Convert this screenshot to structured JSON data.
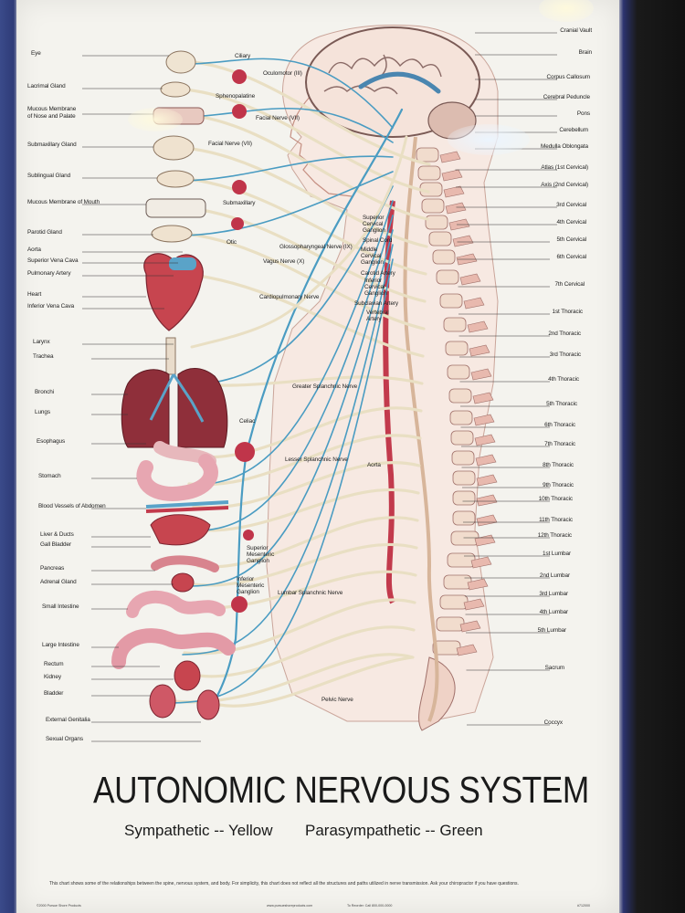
{
  "poster": {
    "title": "AUTONOMIC NERVOUS SYSTEM",
    "legend_sympathetic": "Sympathetic -- Yellow",
    "legend_parasympathetic": "Parasympathetic -- Green",
    "footnote": "This chart shows some of the relationships between the spine, nervous system, and body.  For simplicity, this chart does not reflect all the structures and paths utilized in nerve transmission.  Ask your chiropractor if you have questions.",
    "copyright": "©2000 Pursue Shore Products",
    "website": "www.pursueshoreproducts.com",
    "reorder": "To Reorder: Call 800-000-0000",
    "code": "#712000"
  },
  "labels_left": [
    "Eye",
    "Lacrimal Gland",
    "Mucous Membrane",
    "of Nose and Palate",
    "Submaxillary Gland",
    "Sublingual Gland",
    "Mucous Membrane of Mouth",
    "Parotid Gland",
    "Aorta",
    "Superior Vena Cava",
    "Pulmonary Artery",
    "Heart",
    "Inferior Vena Cava",
    "Larynx",
    "Trachea",
    "Bronchi",
    "Lungs",
    "Esophagus",
    "Stomach",
    "Blood Vessels of Abdomen",
    "Liver & Ducts",
    "Gall Bladder",
    "Pancreas",
    "Adrenal Gland",
    "Small Intestine",
    "Large Intestine",
    "Rectum",
    "Kidney",
    "Bladder",
    "External Genitalia",
    "Sexual Organs"
  ],
  "labels_right": [
    "Cranial Vault",
    "Brain",
    "Corpus Callosum",
    "Cerebral Peduncle",
    "Pons",
    "Cerebellum",
    "Medulla Oblongata",
    "Atlas (1st Cervical)",
    "Axis (2nd Cervical)",
    "3rd Cervical",
    "4th Cervical",
    "5th Cervical",
    "6th Cervical",
    "7th Cervical",
    "1st Thoracic",
    "2nd Thoracic",
    "3rd Thoracic",
    "4th Thoracic",
    "5th Thoracic",
    "6th Thoracic",
    "7th Thoracic",
    "8th Thoracic",
    "9th Thoracic",
    "10th Thoracic",
    "11th Thoracic",
    "12th Thoracic",
    "1st Lumbar",
    "2nd Lumbar",
    "3rd Lumbar",
    "4th Lumbar",
    "5th Lumbar",
    "Sacrum",
    "Coccyx"
  ],
  "labels_inner": [
    "Ciliary",
    "Oculomotor (III)",
    "Sphenopalatine",
    "Facial Nerve (VII)",
    "Facial Nerve (VII)",
    "Submaxillary",
    "Otic",
    "Glossopharyngeal Nerve (IX)",
    "Vagus Nerve (X)",
    "Cardiopulmonary Nerve",
    "Greater Splanchnic Nerve",
    "Celiac",
    "Lesser Splanchnic Nerve",
    "Aorta",
    "Superior",
    "Mesenteric",
    "Ganglion",
    "Inferior",
    "Mesenteric",
    "Ganglion",
    "Lumbar Splanchnic Nerve",
    "Pelvic Nerve",
    "Superior",
    "Cervical",
    "Ganglion",
    "Spinal Cord",
    "Middle",
    "Cervical",
    "Ganglion",
    "Carotid Artery",
    "Inferior",
    "Cervical",
    "Ganglion",
    "Subclavian Artery",
    "Vertebral",
    "Artery"
  ],
  "colors": {
    "poster_bg": "#f4f3ee",
    "frame_blue": "#2f3c78",
    "organ_red": "#c0354a",
    "vessel_blue": "#3f8fb8",
    "nerve_cream": "#efe6cf",
    "bone": "#f1dccd",
    "skin": "#f5ddd3"
  }
}
